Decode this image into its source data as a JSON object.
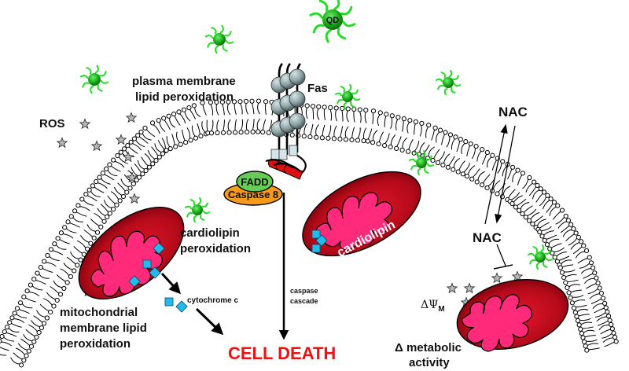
{
  "labels": {
    "qd": "QD",
    "fas": "Fas",
    "plasma_membrane_line1": "plasma membrane",
    "plasma_membrane_line2": "lipid peroxidation",
    "ros": "ROS",
    "fadd": "FADD",
    "caspase8": "Caspase 8",
    "cardiolipin_peroxidation_line1": "cardiolipin",
    "cardiolipin_peroxidation_line2": "peroxidation",
    "cardiolipin_mito": "cardiolipin",
    "cytochrome_c": "cytochrome c",
    "mito_membrane_line1": "mitochondrial",
    "mito_membrane_line2": "membrane lipid",
    "mito_membrane_line3": "peroxidation",
    "caspase_cascade_line1": "caspase",
    "caspase_cascade_line2": "cascade",
    "cell_death": "CELL DEATH",
    "nac_top": "NAC",
    "nac_bottom": "NAC",
    "delta_psi": "ΔΨ",
    "delta_psi_sub": "M",
    "metabolic_line1": "Δ metabolic",
    "metabolic_line2": "activity"
  },
  "colors": {
    "qd_green": "#1fb31f",
    "qd_tentacle": "#22dd22",
    "mito_outer": "#b50a1a",
    "mito_inner": "#ff2a7a",
    "cell_death": "#ee1111",
    "cytochrome": "#22bbee",
    "fadd": "#66cc55",
    "caspase8": "#f59a1a",
    "fas_sphere": "#8fa5a8",
    "star": "#b8b8b8"
  }
}
